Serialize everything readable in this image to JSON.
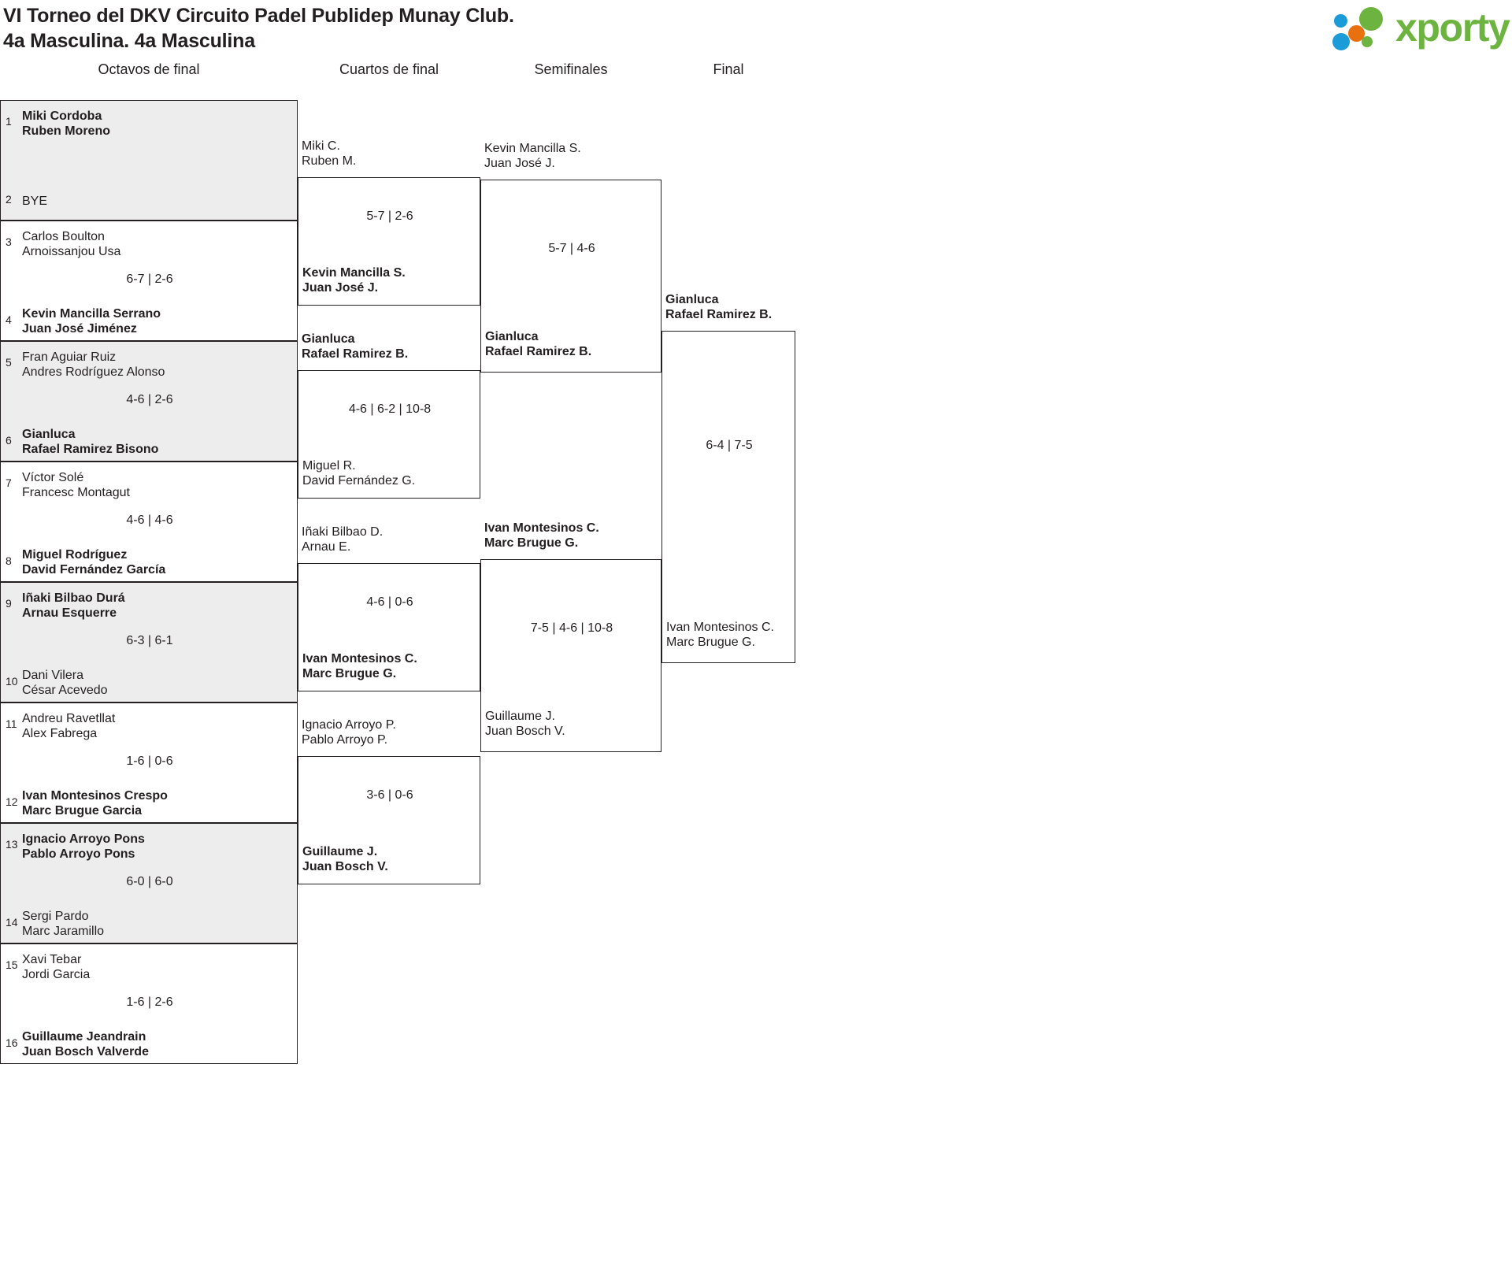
{
  "header": {
    "title_line1": "VI Torneo del DKV Circuito Padel Publidep Munay Club.",
    "title_line2": "4a Masculina. 4a Masculina"
  },
  "logo": {
    "text": "xporty",
    "green": "#6cb33f",
    "blue": "#1b9bd8",
    "orange": "#e8700f"
  },
  "rounds": [
    {
      "label": "Octavos de final"
    },
    {
      "label": "Cuartos de final"
    },
    {
      "label": "Semifinales"
    },
    {
      "label": "Final"
    }
  ],
  "r16": [
    {
      "seed_top": "1",
      "seed_bottom": "2",
      "top_l1": "Miki Cordoba",
      "top_l2": "Ruben Moreno",
      "bottom_l1": "BYE",
      "bottom_l2": "",
      "score": "",
      "top_winner": true,
      "bottom_winner": false,
      "shaded": true
    },
    {
      "seed_top": "3",
      "seed_bottom": "4",
      "top_l1": "Carlos Boulton",
      "top_l2": "Arnoissanjou Usa",
      "bottom_l1": "Kevin Mancilla Serrano",
      "bottom_l2": "Juan José Jiménez",
      "score": "6-7 | 2-6",
      "top_winner": false,
      "bottom_winner": true,
      "shaded": false
    },
    {
      "seed_top": "5",
      "seed_bottom": "6",
      "top_l1": "Fran Aguiar Ruiz",
      "top_l2": "Andres Rodríguez Alonso",
      "bottom_l1": "Gianluca",
      "bottom_l2": "Rafael Ramirez Bisono",
      "score": "4-6 | 2-6",
      "top_winner": false,
      "bottom_winner": true,
      "shaded": true
    },
    {
      "seed_top": "7",
      "seed_bottom": "8",
      "top_l1": "Víctor Solé",
      "top_l2": "Francesc Montagut",
      "bottom_l1": "Miguel Rodríguez",
      "bottom_l2": "David Fernández García",
      "score": "4-6 | 4-6",
      "top_winner": false,
      "bottom_winner": true,
      "shaded": false
    },
    {
      "seed_top": "9",
      "seed_bottom": "10",
      "top_l1": "Iñaki Bilbao Durá",
      "top_l2": "Arnau Esquerre",
      "bottom_l1": "Dani Vilera",
      "bottom_l2": "César Acevedo",
      "score": "6-3 | 6-1",
      "top_winner": true,
      "bottom_winner": false,
      "shaded": true
    },
    {
      "seed_top": "11",
      "seed_bottom": "12",
      "top_l1": "Andreu Ravetllat",
      "top_l2": "Alex Fabrega",
      "bottom_l1": "Ivan Montesinos Crespo",
      "bottom_l2": "Marc Brugue Garcia",
      "score": "1-6 | 0-6",
      "top_winner": false,
      "bottom_winner": true,
      "shaded": false
    },
    {
      "seed_top": "13",
      "seed_bottom": "14",
      "top_l1": "Ignacio Arroyo Pons",
      "top_l2": "Pablo Arroyo Pons",
      "bottom_l1": "Sergi Pardo",
      "bottom_l2": "Marc Jaramillo",
      "score": "6-0 | 6-0",
      "top_winner": true,
      "bottom_winner": false,
      "shaded": true
    },
    {
      "seed_top": "15",
      "seed_bottom": "16",
      "top_l1": "Xavi Tebar",
      "top_l2": "Jordi Garcia",
      "bottom_l1": "Guillaume Jeandrain",
      "bottom_l2": "Juan Bosch Valverde",
      "score": "1-6 | 2-6",
      "top_winner": false,
      "bottom_winner": true,
      "shaded": false
    }
  ],
  "quarters": [
    {
      "top_l1": "Miki C.",
      "top_l2": "Ruben M.",
      "bottom_l1": "Kevin Mancilla S.",
      "bottom_l2": "Juan José J.",
      "score": "5-7 | 2-6",
      "top_winner": false,
      "bottom_winner": true
    },
    {
      "top_l1": "Gianluca",
      "top_l2": "Rafael Ramirez B.",
      "bottom_l1": "Miguel R.",
      "bottom_l2": "David Fernández G.",
      "score": "4-6 | 6-2 | 10-8",
      "top_winner": true,
      "bottom_winner": false
    },
    {
      "top_l1": "Iñaki Bilbao D.",
      "top_l2": "Arnau E.",
      "bottom_l1": "Ivan Montesinos C.",
      "bottom_l2": "Marc Brugue G.",
      "score": "4-6 | 0-6",
      "top_winner": false,
      "bottom_winner": true
    },
    {
      "top_l1": "Ignacio Arroyo P.",
      "top_l2": "Pablo Arroyo P.",
      "bottom_l1": "Guillaume J.",
      "bottom_l2": "Juan Bosch V.",
      "score": "3-6 | 0-6",
      "top_winner": false,
      "bottom_winner": true
    }
  ],
  "semis": [
    {
      "top_l1": "Kevin Mancilla S.",
      "top_l2": "Juan José J.",
      "bottom_l1": "Gianluca",
      "bottom_l2": "Rafael Ramirez B.",
      "score": "5-7 | 4-6",
      "top_winner": false,
      "bottom_winner": true
    },
    {
      "top_l1": "Ivan Montesinos C.",
      "top_l2": "Marc Brugue G.",
      "bottom_l1": "Guillaume J.",
      "bottom_l2": "Juan Bosch V.",
      "score": "7-5 | 4-6 | 10-8",
      "top_winner": true,
      "bottom_winner": false
    }
  ],
  "final": {
    "top_l1": "Gianluca",
    "top_l2": "Rafael Ramirez B.",
    "bottom_l1": "Ivan Montesinos C.",
    "bottom_l2": "Marc Brugue G.",
    "score": "6-4 | 7-5",
    "top_winner": true,
    "bottom_winner": false
  }
}
